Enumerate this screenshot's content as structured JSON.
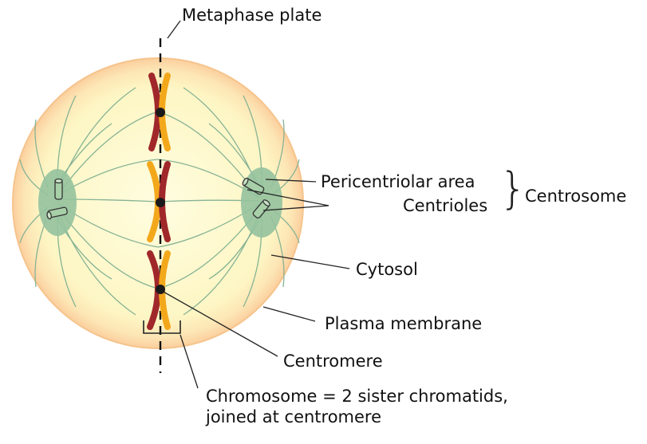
{
  "labels": {
    "metaphase_plate": "Metaphase plate",
    "pericentriolar_area": "Pericentriolar area",
    "centrioles": "Centrioles",
    "centrosome": "Centrosome",
    "cytosol": "Cytosol",
    "plasma_membrane": "Plasma membrane",
    "centromere": "Centromere",
    "chromosome_line1": "Chromosome = 2 sister chromatids,",
    "chromosome_line2": "joined at centromere"
  },
  "colors": {
    "cell_fill": "#fdf9c8",
    "membrane": "#fbd7a0",
    "centrosome_green": "#8fbf9a",
    "spindle": "#7fae8a",
    "chromatid_red": "#a0282a",
    "chromatid_orange": "#f3a81c",
    "centromere_dot": "#1a1a1a",
    "leader_line": "#222222"
  }
}
